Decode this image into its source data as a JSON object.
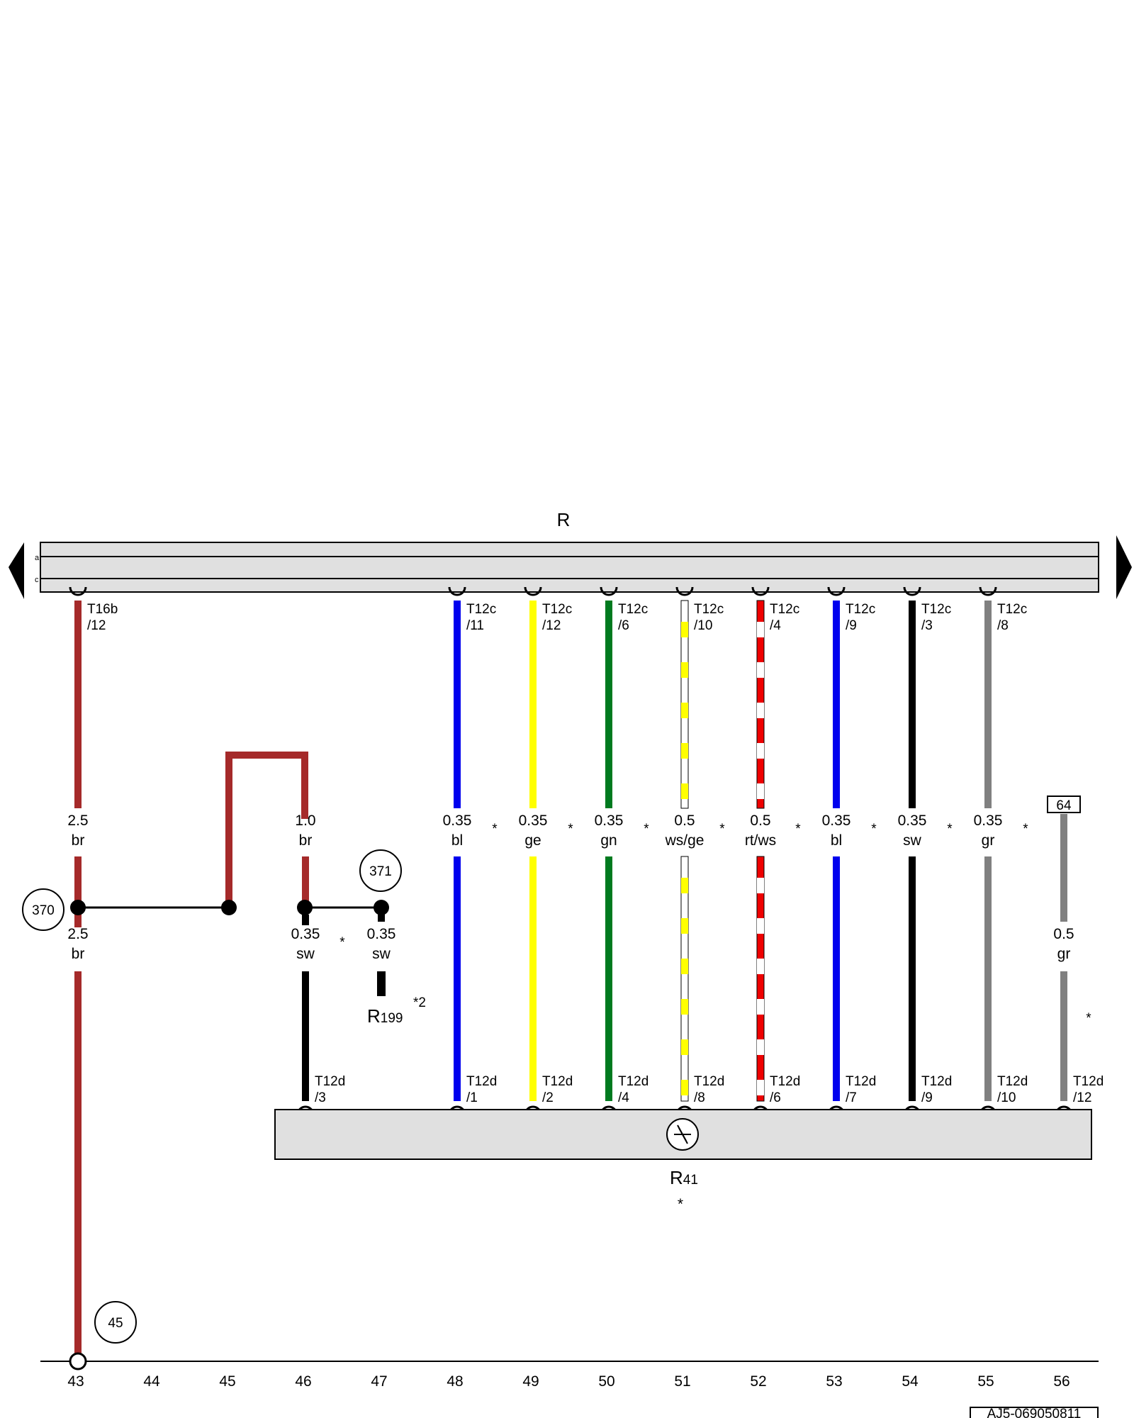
{
  "component_top": {
    "label": "R",
    "side_marks": [
      "a",
      "c"
    ]
  },
  "component_bottom": {
    "label": "R",
    "sub": "41",
    "asterisk": "*"
  },
  "figure_id": "AJ5-069050811",
  "ground": {
    "ref": "45"
  },
  "refs": {
    "r370": "370",
    "r371": "371"
  },
  "columns": [
    "43",
    "44",
    "45",
    "46",
    "47",
    "48",
    "49",
    "50",
    "51",
    "52",
    "53",
    "54",
    "55",
    "56"
  ],
  "wires": [
    {
      "top_conn": "T16b",
      "top_pin": "/12",
      "size": "2.5",
      "color": "br",
      "bottom_size": "2.5",
      "bottom_color": "br",
      "asterisk": ""
    },
    {
      "size": "1.0",
      "color": "br",
      "bottom_size": "0.35",
      "bottom_color": "sw",
      "bot_conn": "T12d",
      "bot_pin": "/3",
      "asterisk": "*"
    },
    {
      "size": "0.35",
      "color": "sw",
      "asterisk": "*2"
    },
    {
      "top_conn": "T12c",
      "top_pin": "/11",
      "size": "0.35",
      "color": "bl",
      "bot_conn": "T12d",
      "bot_pin": "/1",
      "asterisk": "*"
    },
    {
      "top_conn": "T12c",
      "top_pin": "/12",
      "size": "0.35",
      "color": "ge",
      "bot_conn": "T12d",
      "bot_pin": "/2",
      "asterisk": "*"
    },
    {
      "top_conn": "T12c",
      "top_pin": "/6",
      "size": "0.35",
      "color": "gn",
      "bot_conn": "T12d",
      "bot_pin": "/4",
      "asterisk": "*"
    },
    {
      "top_conn": "T12c",
      "top_pin": "/10",
      "size": "0.5",
      "color": "ws/ge",
      "bot_conn": "T12d",
      "bot_pin": "/8",
      "asterisk": "*"
    },
    {
      "top_conn": "T12c",
      "top_pin": "/4",
      "size": "0.5",
      "color": "rt/ws",
      "bot_conn": "T12d",
      "bot_pin": "/6",
      "asterisk": "*"
    },
    {
      "top_conn": "T12c",
      "top_pin": "/9",
      "size": "0.35",
      "color": "bl",
      "bot_conn": "T12d",
      "bot_pin": "/7",
      "asterisk": "*"
    },
    {
      "top_conn": "T12c",
      "top_pin": "/3",
      "size": "0.35",
      "color": "sw",
      "bot_conn": "T12d",
      "bot_pin": "/9",
      "asterisk": "*"
    },
    {
      "top_conn": "T12c",
      "top_pin": "/8",
      "size": "0.35",
      "color": "gr",
      "bot_conn": "T12d",
      "bot_pin": "/10",
      "asterisk": "*"
    },
    {
      "top_ref": "64",
      "size": "0.5",
      "color": "gr",
      "bot_conn": "T12d",
      "bot_pin": "/12",
      "asterisk": "*"
    }
  ],
  "r199": {
    "label": "R",
    "sub": "199"
  },
  "colors": {
    "br": "#a52a2a",
    "sw": "#000000",
    "bl": "#0000ee",
    "ge": "#ffff00",
    "gn": "#007a1f",
    "gr": "#808080",
    "rt": "#ee0000",
    "ws": "#ffffff",
    "box": "#e0e0e0"
  }
}
